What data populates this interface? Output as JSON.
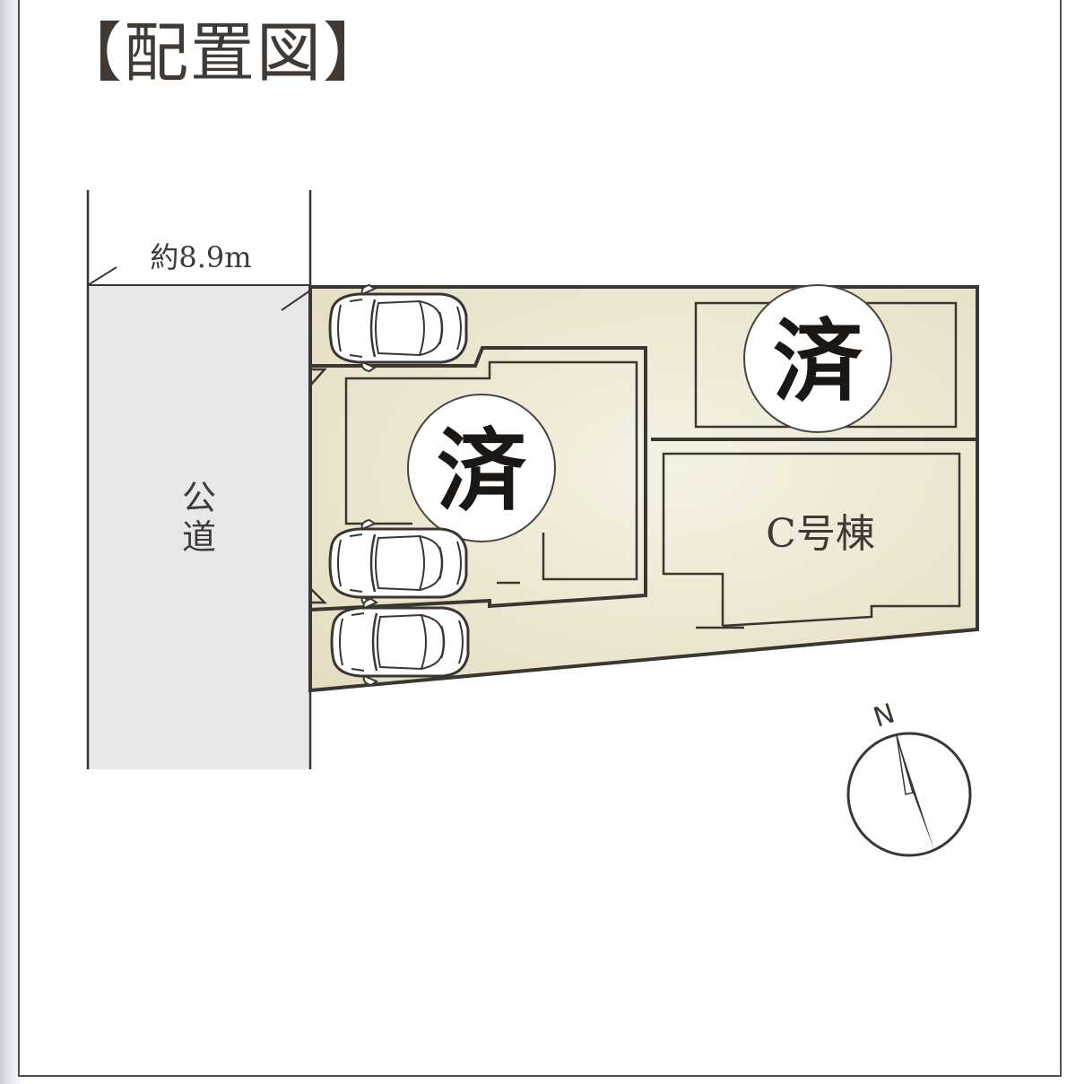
{
  "title": "【配置図】",
  "road": {
    "width_label": "約8.9m",
    "name_line1": "公",
    "name_line2": "道"
  },
  "lots": {
    "sold_mark": "済",
    "c_building_label": "C号棟"
  },
  "compass": {
    "north_label": "N"
  },
  "colors": {
    "site_fill": "#efe9d4",
    "road_fill": "#e8e8ea",
    "outline": "#3a3632",
    "text": "#3f3a36"
  }
}
